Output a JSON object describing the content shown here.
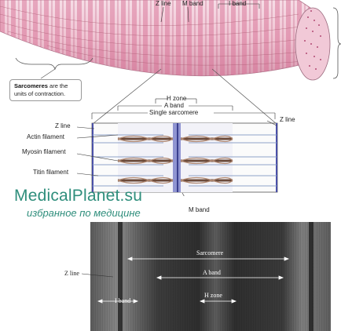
{
  "fiber_labels": {
    "z_line": "Z line",
    "m_band": "M band",
    "i_band": "I band"
  },
  "callout": {
    "bold": "Sarcomeres",
    "rest_line1": " are the",
    "rest_line2": "units of contraction."
  },
  "sarcomere_diagram": {
    "h_zone": "H zone",
    "a_band": "A band",
    "single_sarcomere": "Single sarcomere",
    "z_line_left": "Z line",
    "z_line_right": "Z line",
    "actin": "Actin filament",
    "myosin": "Myosin filament",
    "titin": "Titin filament",
    "m_band": "M band"
  },
  "watermark": {
    "title": "MedicalPlanet.su",
    "subtitle": "избранное по медицине"
  },
  "micrograph": {
    "sarcomere": "Sarcomere",
    "a_band": "A band",
    "h_zone": "H zone",
    "i_band": "I band",
    "z_line": "Z line"
  },
  "colors": {
    "watermark": "#2f8e7c",
    "fiber_pink": "#e9a3bb",
    "fiber_dark": "#c4547a",
    "myosin": "#6b4a3a",
    "m_line": "#4a50a8"
  }
}
